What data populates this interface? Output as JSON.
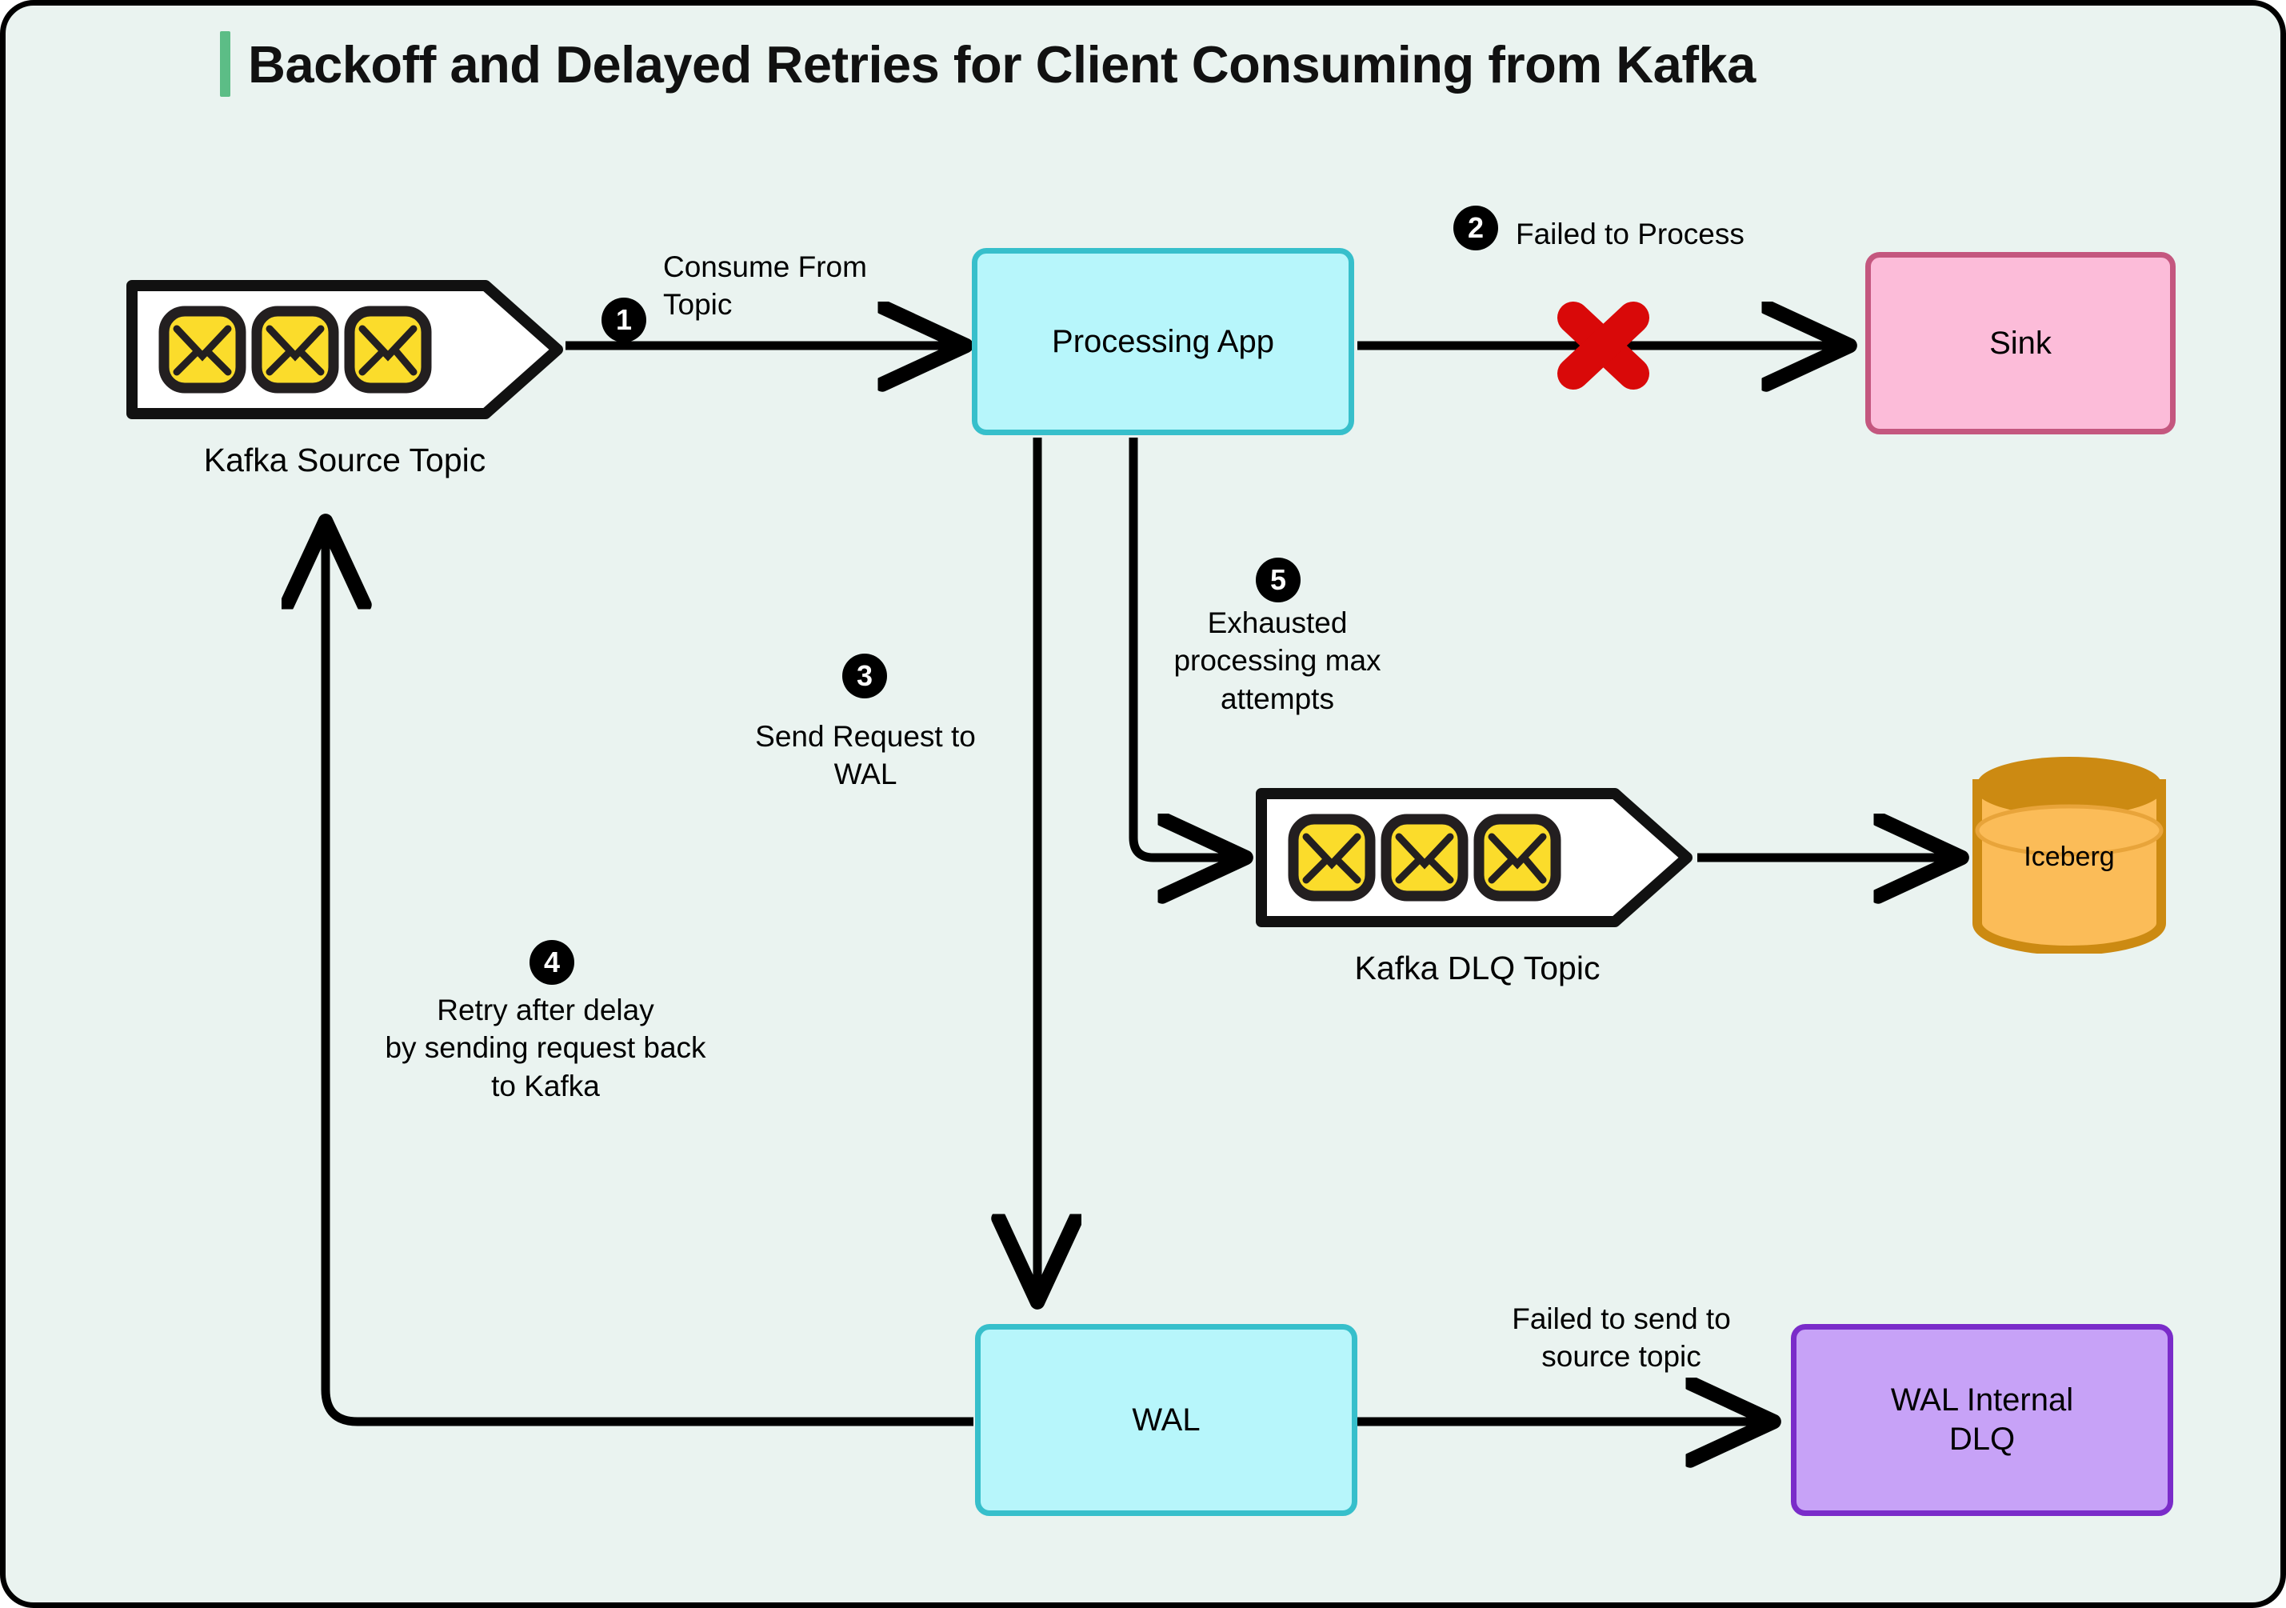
{
  "diagram": {
    "title": "Backoff and Delayed Retries for Client Consuming from Kafka",
    "accent_color": "#5cbd86",
    "background_color": "#eaf3f0",
    "border_color": "#000000",
    "nodes": {
      "kafka_source_topic": {
        "label": "Kafka Source Topic",
        "shape": "kafka-topic-pennant",
        "message_count": 3,
        "icon": "envelope-icon",
        "fill": "#ffffff",
        "stroke": "#000000"
      },
      "processing_app": {
        "label": "Processing App",
        "shape": "rounded-rect",
        "fill": "#b7f6fb",
        "stroke": "#37bfcb"
      },
      "sink": {
        "label": "Sink",
        "shape": "rounded-rect",
        "fill": "#fcbcd9",
        "stroke": "#c4577f"
      },
      "kafka_dlq_topic": {
        "label": "Kafka DLQ Topic",
        "shape": "kafka-topic-pennant",
        "message_count": 3,
        "icon": "envelope-icon",
        "fill": "#ffffff",
        "stroke": "#000000"
      },
      "iceberg": {
        "label": "Iceberg",
        "shape": "cylinder-database",
        "fill": "#fbbc58",
        "stroke": "#cc8a12"
      },
      "wal": {
        "label": "WAL",
        "shape": "rounded-rect",
        "fill": "#b7f6fb",
        "stroke": "#37bfcb"
      },
      "wal_internal_dlq": {
        "label": "WAL Internal\nDLQ",
        "label_line1": "WAL Internal",
        "label_line2": "DLQ",
        "shape": "rounded-rect",
        "fill": "#c7a2f7",
        "stroke": "#7a2cc9"
      }
    },
    "steps": [
      {
        "number": "1",
        "label_line1": "Consume From",
        "label_line2": "Topic",
        "from": "kafka_source_topic",
        "to": "processing_app"
      },
      {
        "number": "2",
        "label_line1": "Failed to Process",
        "from": "processing_app",
        "to": "sink",
        "marker": "red-x-icon",
        "marker_color": "#d90909"
      },
      {
        "number": "3",
        "label_line1": "Send Request to",
        "label_line2": "WAL",
        "from": "processing_app",
        "to": "wal"
      },
      {
        "number": "4",
        "label_line1": "Retry after delay",
        "label_line2": "by sending request back",
        "label_line3": "to Kafka",
        "from": "wal",
        "to": "kafka_source_topic"
      },
      {
        "number": "5",
        "label_line1": "Exhausted",
        "label_line2": "processing max",
        "label_line3": "attempts",
        "from": "processing_app",
        "to": "kafka_dlq_topic"
      }
    ],
    "unnumbered_edges": [
      {
        "label_line1": "Failed to send to",
        "label_line2": "source topic",
        "from": "wal",
        "to": "wal_internal_dlq"
      },
      {
        "label_line1": "",
        "from": "kafka_dlq_topic",
        "to": "iceberg"
      }
    ]
  }
}
